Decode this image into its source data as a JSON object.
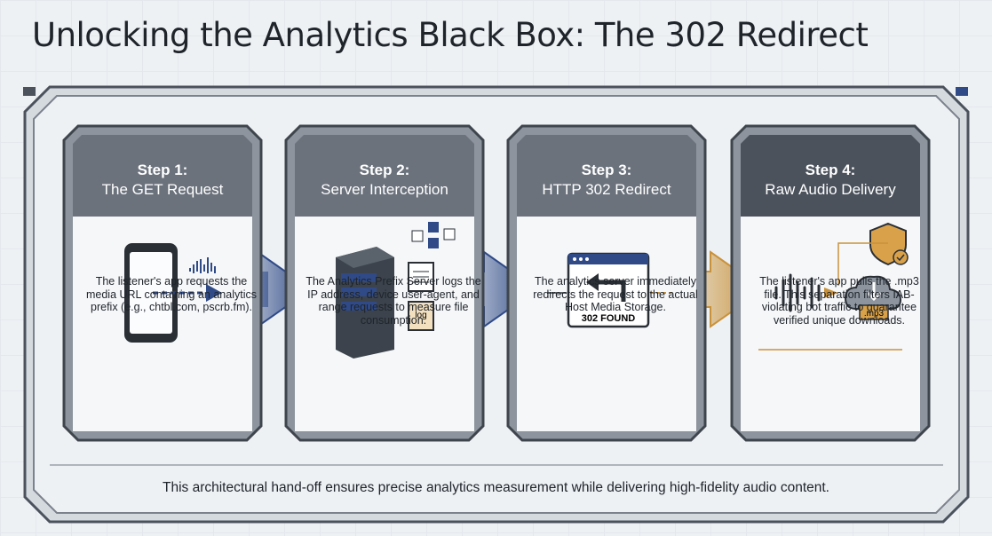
{
  "title": "Unlocking the Analytics Black Box: The 302 Redirect",
  "steps": [
    {
      "number": "Step 1:",
      "name": "The GET Request",
      "description": "The listener's app requests the media URL containing an analytics prefix (e.g., chtbl.com, pscrb.fm)."
    },
    {
      "number": "Step 2:",
      "name": "Server Interception",
      "description": "The Analytics Prefix Server logs the IP address, device user-agent, and range requests to measure file consumption."
    },
    {
      "number": "Step 3:",
      "name": "HTTP 302 Redirect",
      "description": "The analytics server immediately redirects the request to the actual Host Media Storage."
    },
    {
      "number": "Step 4:",
      "name": "Raw Audio Delivery",
      "description": "The listener's app pulls the .mp3 file. This separation filters IAB-violating bot traffic to guarantee verified unique downloads."
    }
  ],
  "labels": {
    "redirect_badge": "302 FOUND",
    "log_file": "log",
    "audio_file": ".mp3"
  },
  "footer": "This architectural hand-off ensures precise analytics measurement while delivering high-fidelity audio content.",
  "colors": {
    "frame_dark": "#4b525c",
    "header_gray": "#6b727c",
    "accent_blue": "#2f4a87",
    "accent_gold": "#c9923a"
  },
  "icons": [
    "smartphone-icon",
    "server-rack-icon",
    "browser-redirect-icon",
    "shield-check-icon",
    "cloud-download-icon",
    "waveform-icon"
  ]
}
